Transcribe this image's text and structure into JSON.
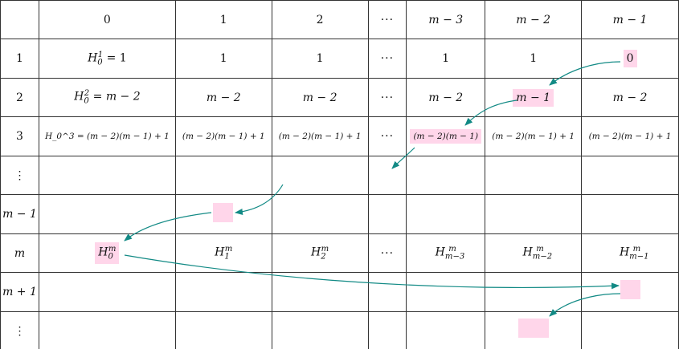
{
  "header": [
    "",
    "0",
    "1",
    "2",
    "···",
    "m − 3",
    "m − 2",
    "m − 1"
  ],
  "rows": [
    {
      "label": "1",
      "cells": [
        "H_0^1 = 1",
        "1",
        "1",
        "···",
        "1",
        "1",
        "0"
      ]
    },
    {
      "label": "2",
      "cells": [
        "H_0^2 = m − 2",
        "m − 2",
        "m − 2",
        "···",
        "m − 2",
        "m − 1",
        "m − 2"
      ]
    },
    {
      "label": "3",
      "cells": [
        "H_0^3 = (m − 2)(m − 1) + 1",
        "(m − 2)(m − 1) + 1",
        "(m − 2)(m − 1) + 1",
        "···",
        "(m − 2)(m − 1)",
        "(m − 2)(m − 1) + 1",
        "(m − 2)(m − 1) + 1"
      ]
    },
    {
      "label": "⋮",
      "cells": [
        "",
        "",
        "",
        "",
        "",
        "",
        ""
      ]
    },
    {
      "label": "m − 1",
      "cells": [
        "",
        "",
        "",
        "",
        "",
        "",
        ""
      ]
    },
    {
      "label": "m",
      "cells": [
        "H_0^m",
        "H_1^m",
        "H_2^m",
        "···",
        "H_{m−3}^m",
        "H_{m−2}^m",
        "H_{m−1}^m"
      ]
    },
    {
      "label": "m + 1",
      "cells": [
        "",
        "",
        "",
        "",
        "",
        "",
        ""
      ]
    },
    {
      "label": "⋮",
      "cells": [
        "",
        "",
        "",
        "",
        "",
        "",
        ""
      ]
    }
  ],
  "highlights": [
    {
      "row": 1,
      "col": 7
    },
    {
      "row": 2,
      "col": 6
    },
    {
      "row": 3,
      "col": 5
    },
    {
      "row": 6,
      "col": 1
    },
    {
      "row": 6,
      "col": 0
    }
  ],
  "colors": {
    "highlight": "#ffd6ea",
    "arrow": "#128a85",
    "grid": "#333333"
  },
  "arrows": [
    {
      "from": "row 1, col m−1 (0)",
      "to": "row 2, col m−2 (m−1)"
    },
    {
      "from": "row 2, col m−2 (m−1)",
      "to": "row 3, col m−3 ((m−2)(m−1))"
    },
    {
      "from": "row 3, col m−3",
      "to": "row ⋮, col ···"
    },
    {
      "from": "row ⋮, col 2",
      "to": "row m−1, col 1"
    },
    {
      "from": "row m−1, col 1",
      "to": "row m, col 0 (H_0^m)"
    },
    {
      "from": "row m, col 0",
      "to": "row m+1, col m−1"
    },
    {
      "from": "row m+1, col m−1",
      "to": "row ⋮, col m−2"
    }
  ]
}
